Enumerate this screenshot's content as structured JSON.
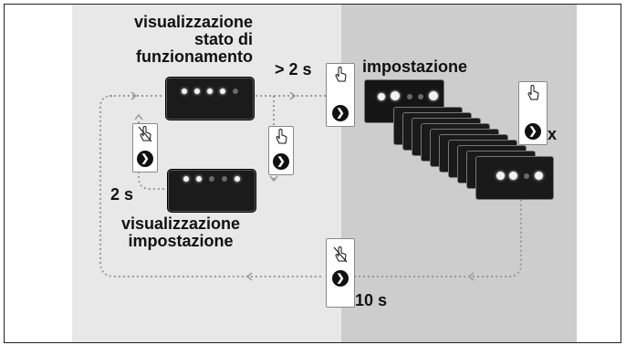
{
  "labels": {
    "operating_state": "visualizzazione\nstato di\nfunzionamento",
    "gt2s": "> 2 s",
    "setting": "impostazione",
    "setting_view": "visualizzazione\nimpostazione",
    "two_s": "2 s",
    "x": "x",
    "ten_s": "10 s"
  },
  "icons": {
    "press": "hand-press-icon",
    "no_press": "hand-crossed-icon",
    "next": "chevron-right-icon"
  },
  "colors": {
    "left_panel": "#e8e8e8",
    "right_panel": "#cdcdcd",
    "device": "#1b1b1b",
    "path": "#9a9a9a"
  }
}
